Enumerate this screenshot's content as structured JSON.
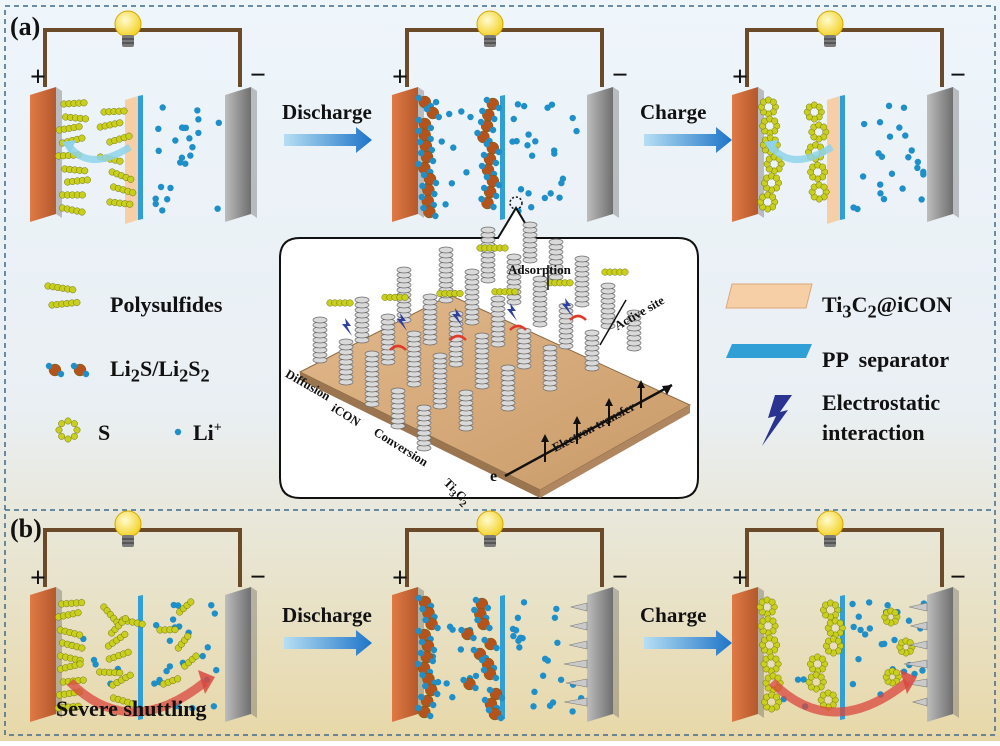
{
  "panels": {
    "a_label": "(a)",
    "b_label": "(b)"
  },
  "arrows": {
    "a_discharge": "Discharge",
    "a_charge": "Charge",
    "b_discharge": "Discharge",
    "b_charge": "Charge"
  },
  "signs": {
    "plus": "+",
    "minus": "−"
  },
  "legend_left": {
    "polysulfides": "Polysulfides",
    "li2s_html": "Li<sub>2</sub>S/Li<sub>2</sub>S<sub>2</sub>",
    "li2s": "Li2S/Li2S2",
    "s": "S",
    "li_plus": "Li+"
  },
  "legend_right": {
    "ti3c2_icon": "Ti3C2@iCON",
    "pp_separator": "PP  separator",
    "electrostatic_line1": "Electrostatic",
    "electrostatic_line2": "interaction"
  },
  "inset": {
    "adsorption": "Adsorption",
    "active_site": "Active site",
    "diffusion": "Diffusion",
    "icon": "iCON",
    "conversion": "Conversion",
    "ti3c2": "Ti3C2",
    "electron_e": "e",
    "electron_transfer": "Electron transfer"
  },
  "annotations": {
    "severe_shuttling": "Severe shuttling"
  },
  "colors": {
    "cathode": "#c8663a",
    "anode": "#8a8a8a",
    "separator_blue": "#2f9fd6",
    "icon_layer": "#f6cfa6",
    "wire": "#6b4a2a",
    "bulb": "#f6e23a",
    "polysulfide": "#c8cf1e",
    "li2s_ball": "#b4541c",
    "li_ion": "#1e8fc8",
    "arrow_grad_start": "#b6dff4",
    "arrow_grad_end": "#1e74c8",
    "shuttle_arrow": "#d9473f",
    "background_top": "#eef5fb",
    "background_bottom": "#e8d8a8"
  }
}
